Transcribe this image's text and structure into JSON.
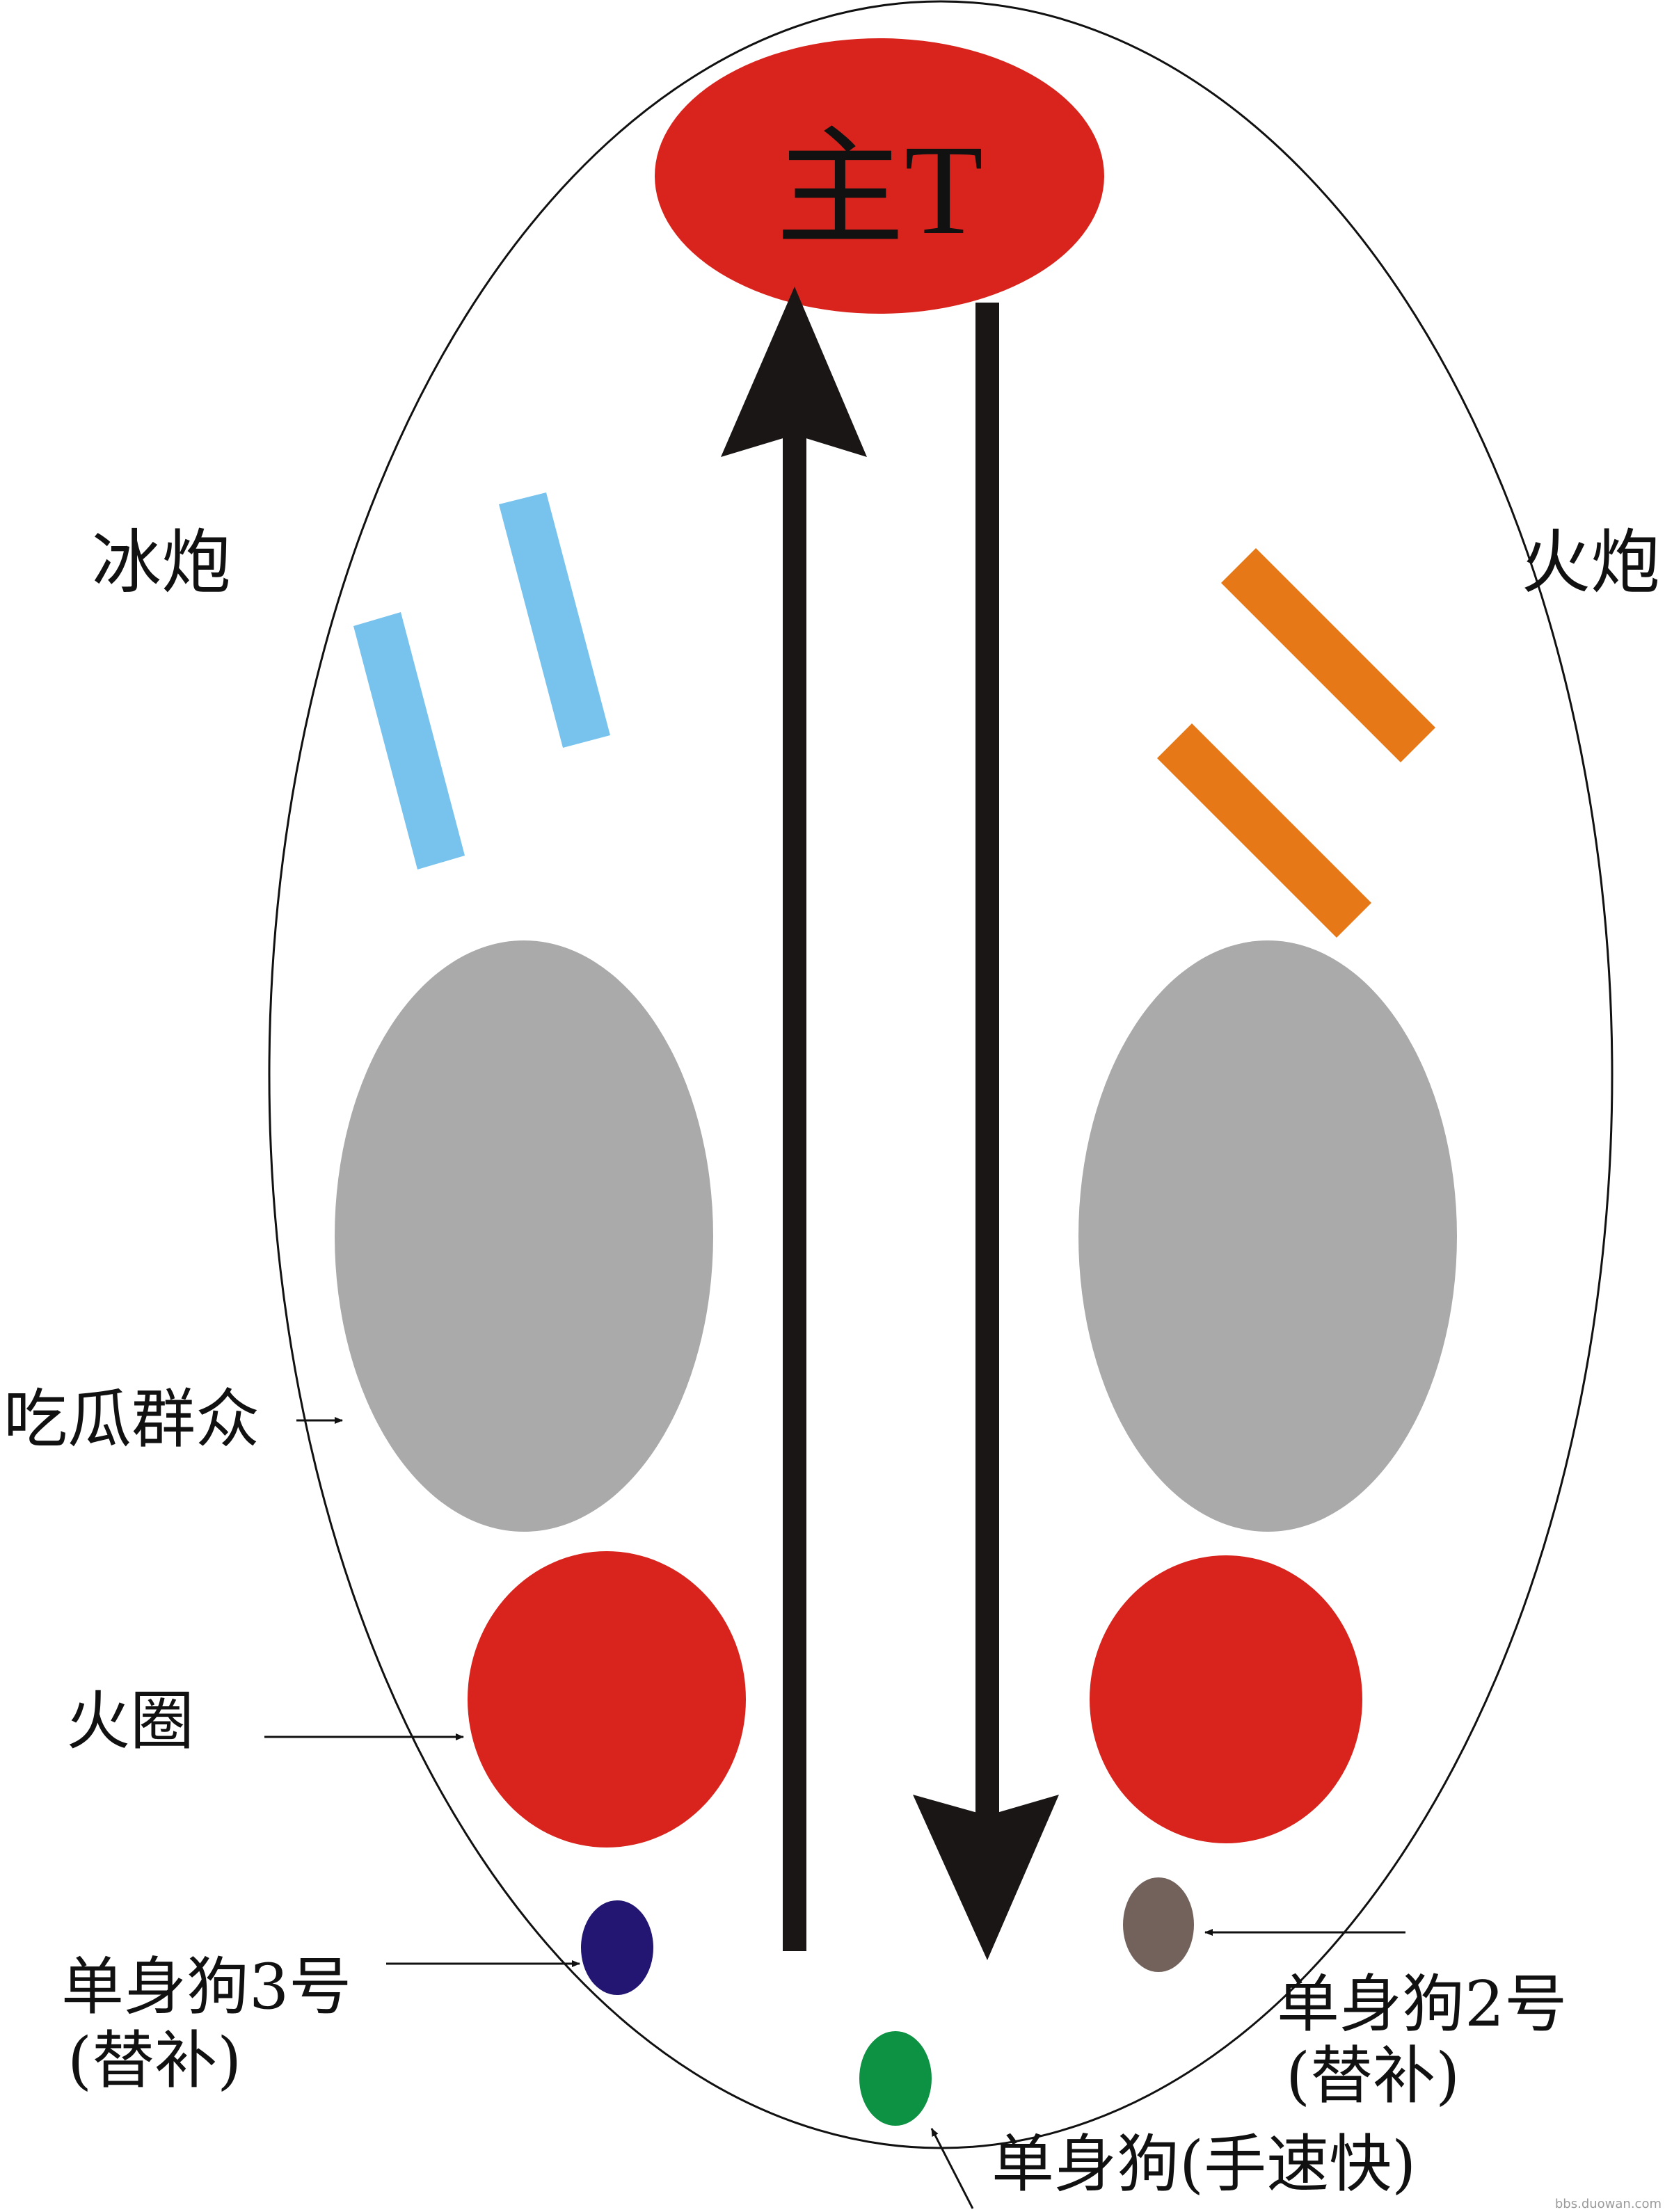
{
  "diagram": {
    "boss_label": "主T",
    "left_label": "冰炮",
    "right_label": "火炮",
    "crowd_label": "吃瓜群众",
    "fire_ring_label": "火圈",
    "single3_label_line1": "单身狗3号",
    "single3_label_line2": "(替补)",
    "single2_label_line1": "单身狗2号",
    "single2_label_line2": "(替补)",
    "single1_label": "单身狗(手速快)",
    "watermark": "bbs.duowan.com"
  },
  "colors": {
    "boss": "#d8241c",
    "fire_ring": "#d8241c",
    "ice_bar": "#77c3ee",
    "fire_bar": "#e67817",
    "crowd": "#aaaaaa",
    "arrow": "#1a1616",
    "single3": "#221672",
    "single2": "#72625b",
    "single1": "#0d9243",
    "outline": "#111111"
  },
  "icons": {
    "up_arrow": "arrow-up-icon",
    "down_arrow": "arrow-down-icon"
  }
}
